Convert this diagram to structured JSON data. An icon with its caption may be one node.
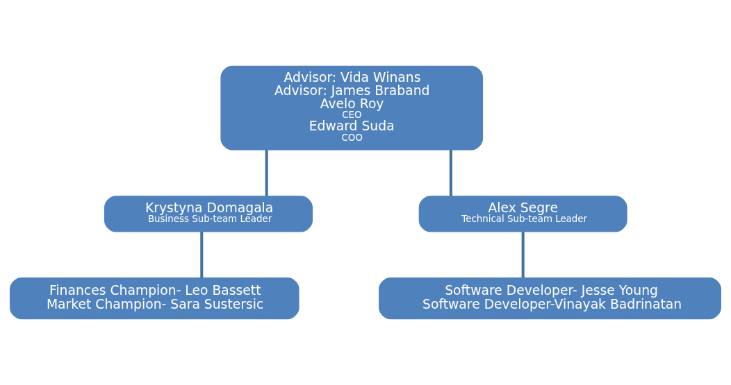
{
  "diagram": {
    "nodes": [
      {
        "text": [
          "Advisor: Vida Winans",
          "Advisor: James Braband",
          "Avelo Roy",
          "CEO",
          "Edward Suda",
          "COO"
        ]
      },
      {
        "text": [
          "Krystyna Domagala",
          "Business Sub-team Leader"
        ]
      },
      {
        "text": [
          "Alex Segre",
          "Technical Sub-team Leader"
        ]
      },
      {
        "text": [
          "Finances Champion- Leo Bassett",
          "Market Champion- Sara Sustersic"
        ]
      },
      {
        "text": [
          "Software Developer- Jesse Young",
          "Software Developer-Vinayak Badrinatan"
        ]
      }
    ],
    "edges": [
      {
        "from": 0,
        "to": 1,
        "arrow": "none"
      },
      {
        "from": 0,
        "to": 2,
        "arrow": "none"
      },
      {
        "from": 1,
        "to": 3,
        "arrow": "none"
      },
      {
        "from": 2,
        "to": 4,
        "arrow": "none"
      }
    ]
  }
}
